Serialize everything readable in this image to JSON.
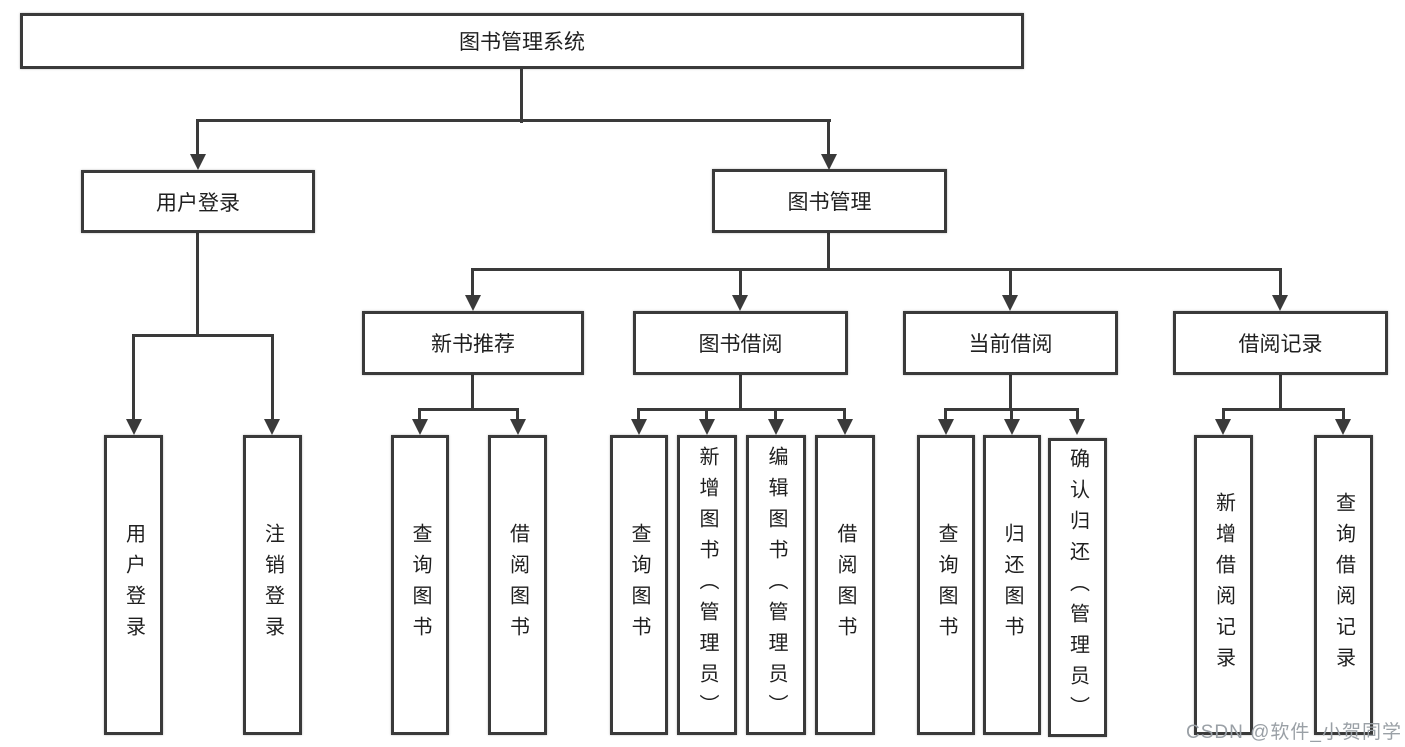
{
  "nodes": {
    "root": "图书管理系统",
    "level1": {
      "user_login": "用户登录",
      "book_mgmt": "图书管理"
    },
    "level2": {
      "new_book": "新书推荐",
      "borrow": "图书借阅",
      "current": "当前借阅",
      "records": "借阅记录"
    },
    "leaves": {
      "user_login": [
        "用户登录",
        "注销登录"
      ],
      "new_book": [
        "查询图书",
        "借阅图书"
      ],
      "borrow": [
        "查询图书",
        "新增图书（管理员）",
        "编辑图书（管理员）",
        "借阅图书"
      ],
      "current": [
        "查询图书",
        "归还图书",
        "确认归还（管理员）"
      ],
      "records": [
        "新增借阅记录",
        "查询借阅记录"
      ]
    }
  },
  "watermark": "CSDN @软件_小贺同学",
  "colors": {
    "line": "#3a3a3a",
    "text": "#1f1f1f",
    "watermark": "#9aa0a6"
  }
}
